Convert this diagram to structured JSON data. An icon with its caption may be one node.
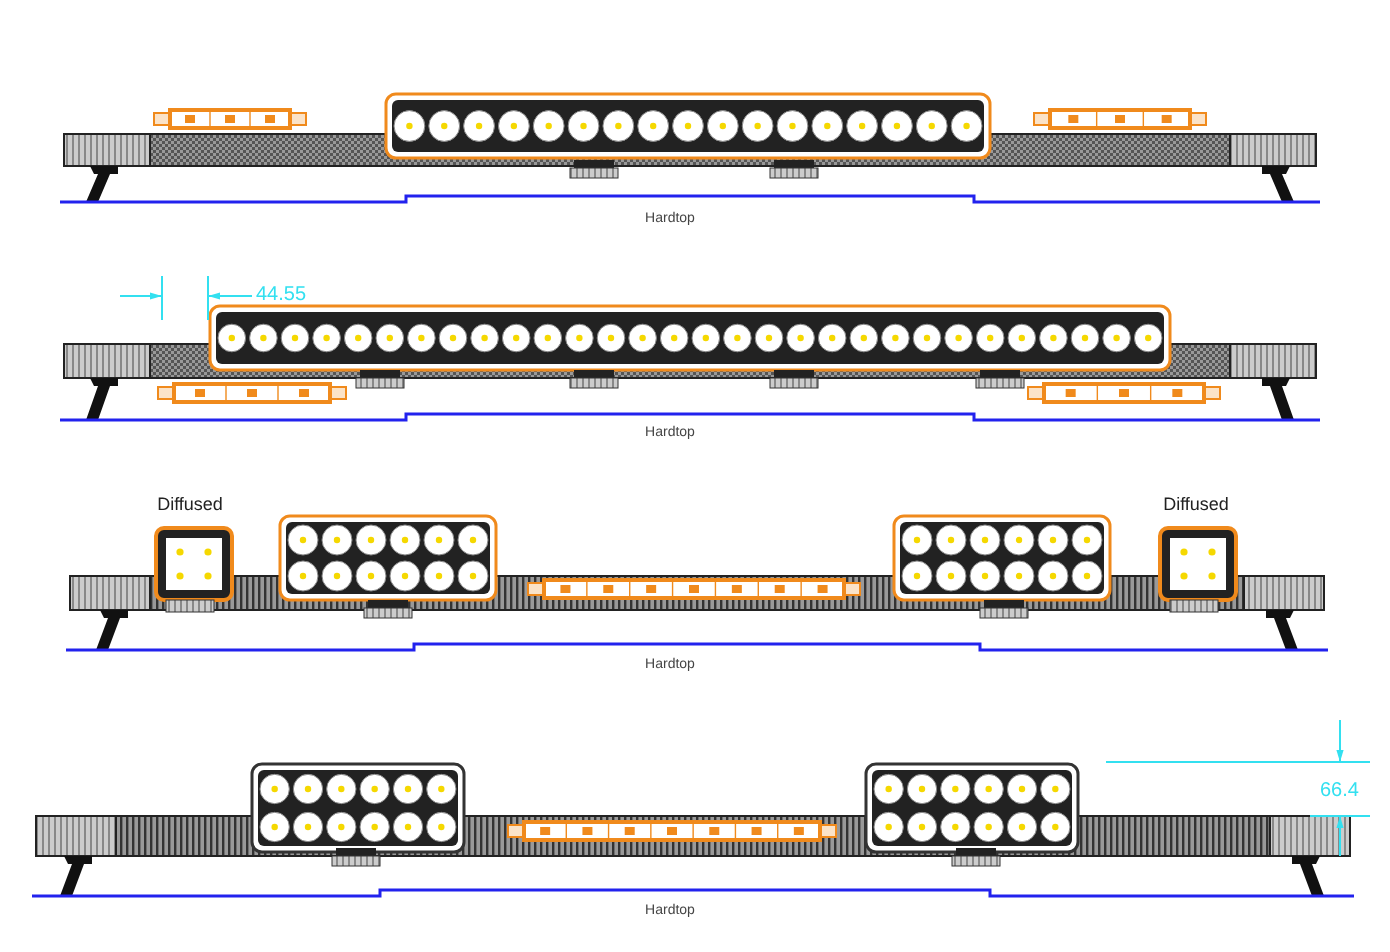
{
  "diagram": {
    "labels": [
      "Hardtop",
      "44.55",
      "Hardtop",
      "Diffused",
      "Diffused",
      "Hardtop",
      "66.4",
      "Hardtop"
    ]
  }
}
